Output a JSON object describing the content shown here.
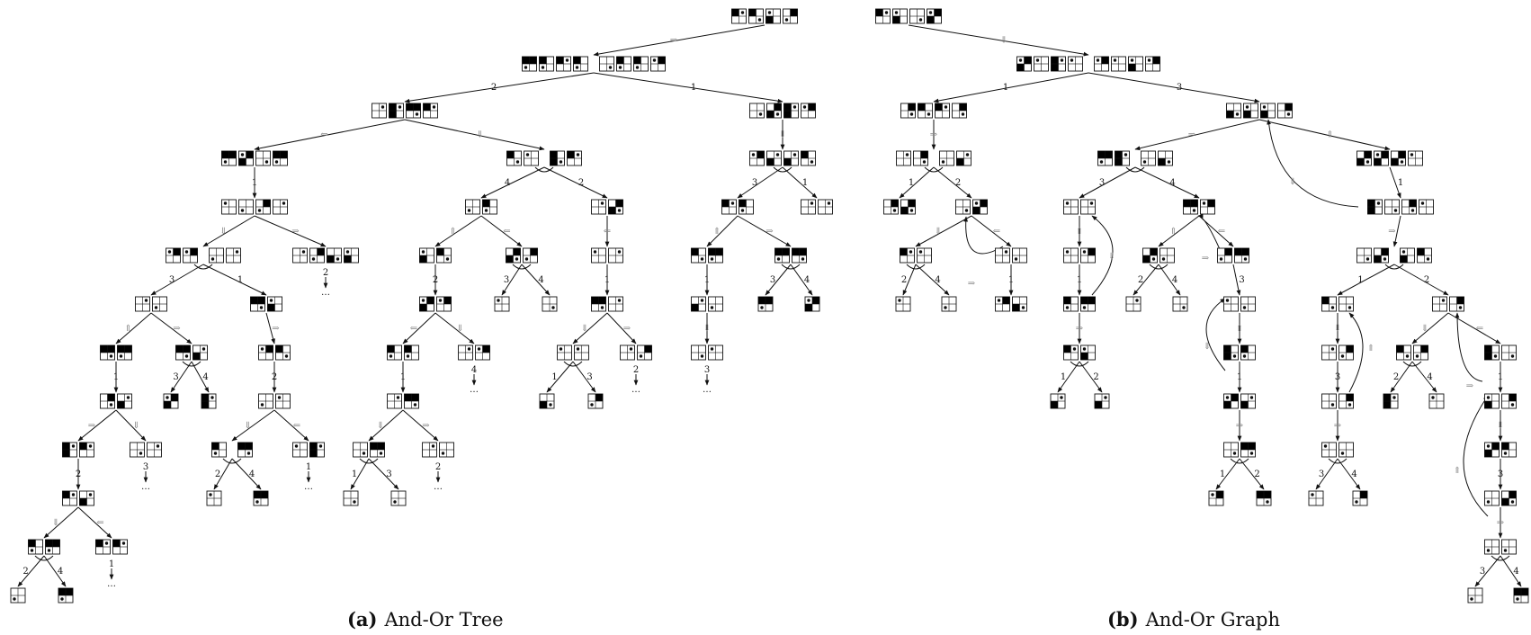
{
  "captions": {
    "a_tag": "(a)",
    "a_text": "And-Or Tree",
    "b_tag": "(b)",
    "b_text": "And-Or Graph"
  },
  "arrow_glyphs": {
    "right": "⇒",
    "left": "⇐",
    "up": "⇑",
    "down": "⇓"
  },
  "edge_labels": {
    "numbers": [
      "1",
      "2",
      "3",
      "4"
    ],
    "continuation": "…"
  },
  "colors": {
    "ink": "#111111",
    "cell_fill": "#000000",
    "move_label": "#888888",
    "background": "#ffffff"
  }
}
